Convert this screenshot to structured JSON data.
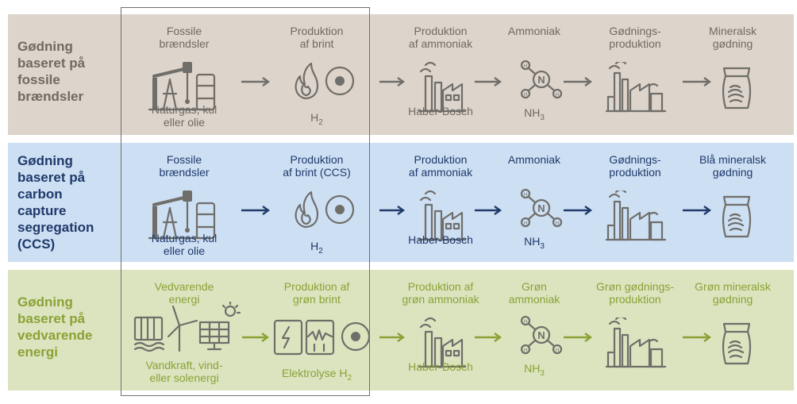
{
  "colors": {
    "brown": "#6e6a63",
    "blue": "#1f3a6b",
    "green": "#8aa236",
    "icon": "#6f6e6a"
  },
  "rows": [
    {
      "title": [
        "Gødning",
        "baseret på",
        "fossile",
        "brændsler"
      ],
      "source_label": [
        "Fossile",
        "brændsler"
      ],
      "source_sub": [
        "Naturgas, kul",
        "eller olie"
      ],
      "hydrogen_label": [
        "Produktion",
        "af brint"
      ],
      "hydrogen_sub": "H",
      "hydrogen_sub_index": "2",
      "ammonia_prod_label": [
        "Produktion",
        "af ammoniak"
      ],
      "ammonia_prod_sub": "Haber-Bosch",
      "ammonia_label": [
        "Ammoniak"
      ],
      "ammonia_sub": "NH",
      "ammonia_sub_index": "3",
      "fert_prod_label": [
        "Gødnings-",
        "produktion"
      ],
      "product_label": [
        "Mineralsk",
        "gødning"
      ]
    },
    {
      "title": [
        "Gødning",
        "baseret på",
        "carbon",
        "capture",
        "segregation",
        "(CCS)"
      ],
      "source_label": [
        "Fossile",
        "brændsler"
      ],
      "source_sub": [
        "Naturgas, kul",
        "eller olie"
      ],
      "hydrogen_label": [
        "Produktion",
        "af brint (CCS)"
      ],
      "hydrogen_sub": "H",
      "hydrogen_sub_index": "2",
      "ammonia_prod_label": [
        "Produktion",
        "af ammoniak"
      ],
      "ammonia_prod_sub": "Haber-Bosch",
      "ammonia_label": [
        "Ammoniak"
      ],
      "ammonia_sub": "NH",
      "ammonia_sub_index": "3",
      "fert_prod_label": [
        "Gødnings-",
        "produktion"
      ],
      "product_label": [
        "Blå mineralsk",
        "gødning"
      ]
    },
    {
      "title": [
        "Gødning",
        "baseret på",
        "vedvarende",
        "energi"
      ],
      "source_label": [
        "Vedvarende",
        "energi"
      ],
      "source_sub": [
        "Vandkraft, vind-",
        "eller solenergi"
      ],
      "hydrogen_label": [
        "Produktion af",
        "grøn brint"
      ],
      "hydrogen_sub": "Elektrolyse H",
      "hydrogen_sub_index": "2",
      "ammonia_prod_label": [
        "Produktion af",
        "grøn ammoniak"
      ],
      "ammonia_prod_sub": "Haber-Bosch",
      "ammonia_label": [
        "Grøn",
        "ammoniak"
      ],
      "ammonia_sub": "NH",
      "ammonia_sub_index": "3",
      "fert_prod_label": [
        "Grøn gødnings-",
        "produktion"
      ],
      "product_label": [
        "Grøn mineralsk",
        "gødning"
      ]
    }
  ],
  "atom_label": "N",
  "atom_satellite": "H"
}
